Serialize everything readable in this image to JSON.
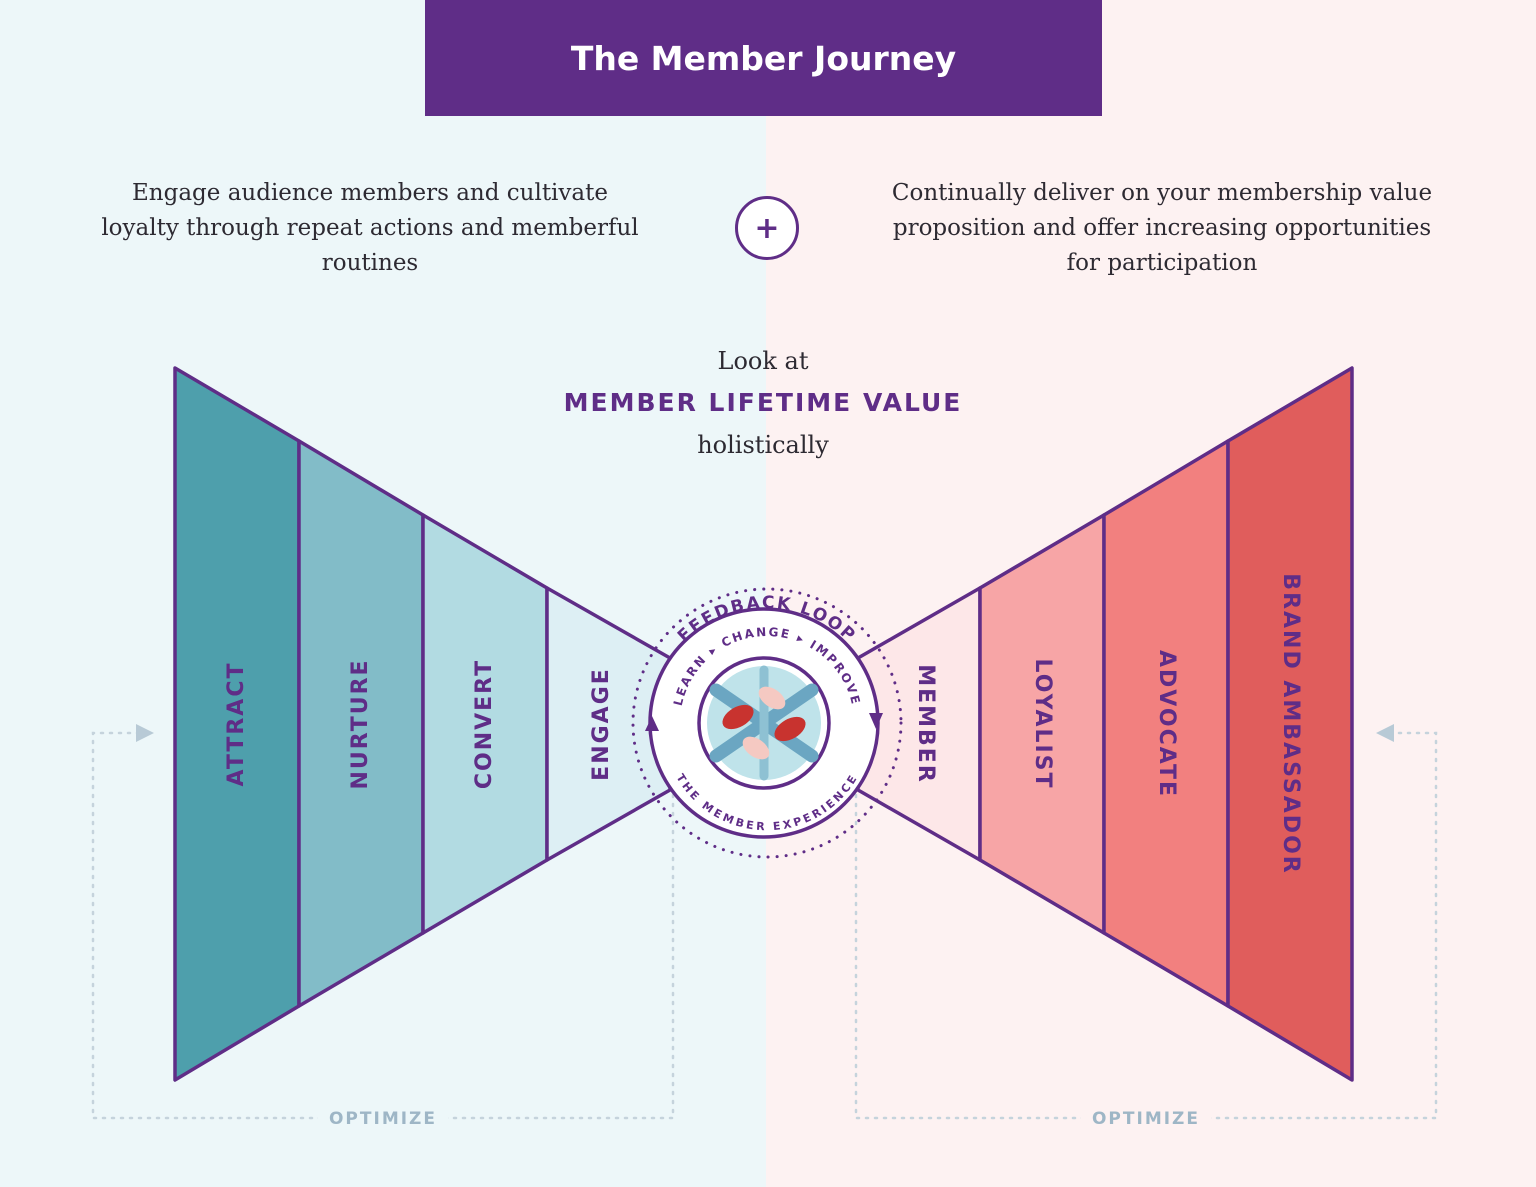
{
  "title": "The Member Journey",
  "intro_left": "Engage audience members and cultivate loyalty through repeat actions and memberful routines",
  "intro_right": "Continually deliver on your membership value proposition and offer increasing opportunities for participation",
  "plus_symbol": "+",
  "center_text": {
    "pre": "Look at",
    "main": "MEMBER LIFETIME VALUE",
    "post": "holistically"
  },
  "left_stages": [
    "ATTRACT",
    "NURTURE",
    "CONVERT",
    "ENGAGE"
  ],
  "right_stages": [
    "MEMBER",
    "LOYALIST",
    "ADVOCATE",
    "BRAND AMBASSADOR"
  ],
  "feedback_loop": {
    "label": "FEEDBACK LOOP",
    "top_arc": "LEARN ▸ CHANGE ▸ IMPROVE",
    "bottom_arc": "THE MEMBER EXPERIENCE"
  },
  "optimize_left": "OPTIMIZE",
  "optimize_right": "OPTIMIZE",
  "colors": {
    "purple": "#5f2d87",
    "left_stages": [
      "#4e9fac",
      "#82bcc8",
      "#b2dbe2",
      "#ddeff4"
    ],
    "right_stages": [
      "#fde7e8",
      "#f7a5a6",
      "#f2807f",
      "#e05d5c"
    ]
  }
}
